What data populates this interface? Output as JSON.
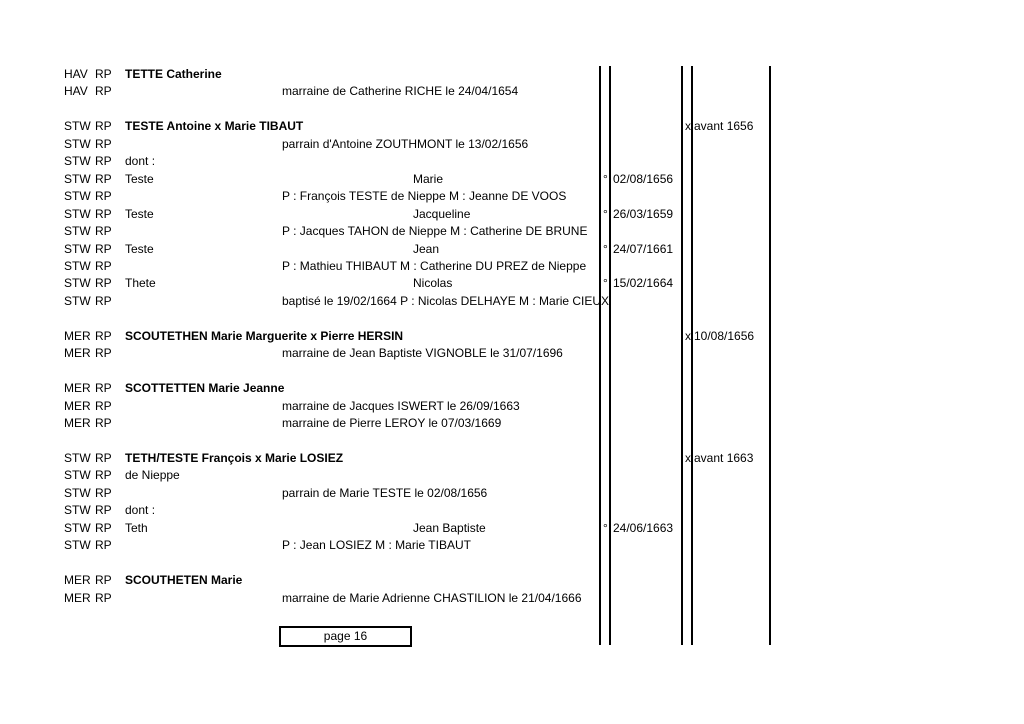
{
  "rows": [
    {
      "loc": "HAV",
      "type": "RP",
      "name": "TETTE Catherine",
      "bold": true,
      "event": "",
      "first": "",
      "mark": "",
      "date": "",
      "mmark": "",
      "mdate": ""
    },
    {
      "loc": "HAV",
      "type": "RP",
      "name": "",
      "bold": false,
      "event": "marraine de Catherine RICHE le 24/04/1654",
      "first": "",
      "mark": "",
      "date": "",
      "mmark": "",
      "mdate": ""
    },
    null,
    {
      "loc": "STW",
      "type": "RP",
      "name": "TESTE Antoine x Marie TIBAUT",
      "bold": true,
      "event": "",
      "first": "",
      "mark": "",
      "date": "",
      "mmark": "x",
      "mdate": "avant 1656"
    },
    {
      "loc": "STW",
      "type": "RP",
      "name": "",
      "bold": false,
      "event": "parrain d'Antoine ZOUTHMONT le 13/02/1656",
      "first": "",
      "mark": "",
      "date": "",
      "mmark": "",
      "mdate": ""
    },
    {
      "loc": "STW",
      "type": "RP",
      "name": "dont :",
      "bold": false,
      "event": "",
      "first": "",
      "mark": "",
      "date": "",
      "mmark": "",
      "mdate": ""
    },
    {
      "loc": "STW",
      "type": "RP",
      "name": "Teste",
      "bold": false,
      "event": "",
      "first": "Marie",
      "mark": "°",
      "date": "02/08/1656",
      "mmark": "",
      "mdate": ""
    },
    {
      "loc": "STW",
      "type": "RP",
      "name": "",
      "bold": false,
      "event": "P : François TESTE de Nieppe M : Jeanne DE VOOS",
      "first": "",
      "mark": "",
      "date": "",
      "mmark": "",
      "mdate": ""
    },
    {
      "loc": "STW",
      "type": "RP",
      "name": "Teste",
      "bold": false,
      "event": "",
      "first": "Jacqueline",
      "mark": "°",
      "date": "26/03/1659",
      "mmark": "",
      "mdate": ""
    },
    {
      "loc": "STW",
      "type": "RP",
      "name": "",
      "bold": false,
      "event": "P : Jacques TAHON de Nieppe M : Catherine DE BRUNE",
      "first": "",
      "mark": "",
      "date": "",
      "mmark": "",
      "mdate": ""
    },
    {
      "loc": "STW",
      "type": "RP",
      "name": "Teste",
      "bold": false,
      "event": "",
      "first": "Jean",
      "mark": "°",
      "date": "24/07/1661",
      "mmark": "",
      "mdate": ""
    },
    {
      "loc": "STW",
      "type": "RP",
      "name": "",
      "bold": false,
      "event": "P : Mathieu THIBAUT M : Catherine DU PREZ de Nieppe",
      "first": "",
      "mark": "",
      "date": "",
      "mmark": "",
      "mdate": ""
    },
    {
      "loc": "STW",
      "type": "RP",
      "name": "Thete",
      "bold": false,
      "event": "",
      "first": "Nicolas",
      "mark": "°",
      "date": "15/02/1664",
      "mmark": "",
      "mdate": ""
    },
    {
      "loc": "STW",
      "type": "RP",
      "name": "",
      "bold": false,
      "event": "baptisé le 19/02/1664 P : Nicolas DELHAYE M : Marie CIEUX",
      "first": "",
      "mark": "",
      "date": "",
      "mmark": "",
      "mdate": ""
    },
    null,
    {
      "loc": "MER",
      "type": "RP",
      "name": "SCOUTETHEN Marie Marguerite x Pierre HERSIN",
      "bold": true,
      "event": "",
      "first": "",
      "mark": "",
      "date": "",
      "mmark": "x",
      "mdate": "10/08/1656"
    },
    {
      "loc": "MER",
      "type": "RP",
      "name": "",
      "bold": false,
      "event": "marraine de Jean Baptiste VIGNOBLE le 31/07/1696",
      "first": "",
      "mark": "",
      "date": "",
      "mmark": "",
      "mdate": ""
    },
    null,
    {
      "loc": "MER",
      "type": "RP",
      "name": "SCOTTETTEN  Marie Jeanne",
      "bold": true,
      "event": "",
      "first": "",
      "mark": "",
      "date": "",
      "mmark": "",
      "mdate": ""
    },
    {
      "loc": "MER",
      "type": "RP",
      "name": "",
      "bold": false,
      "event": "marraine de Jacques ISWERT le 26/09/1663",
      "first": "",
      "mark": "",
      "date": "",
      "mmark": "",
      "mdate": ""
    },
    {
      "loc": "MER",
      "type": "RP",
      "name": "",
      "bold": false,
      "event": "marraine de Pierre LEROY le 07/03/1669",
      "first": "",
      "mark": "",
      "date": "",
      "mmark": "",
      "mdate": ""
    },
    null,
    {
      "loc": "STW",
      "type": "RP",
      "name": "TETH/TESTE François x Marie LOSIEZ",
      "bold": true,
      "event": "",
      "first": "",
      "mark": "",
      "date": "",
      "mmark": "x",
      "mdate": "avant 1663"
    },
    {
      "loc": "STW",
      "type": "RP",
      "name": "de Nieppe",
      "bold": false,
      "event": "",
      "first": "",
      "mark": "",
      "date": "",
      "mmark": "",
      "mdate": ""
    },
    {
      "loc": "STW",
      "type": "RP",
      "name": "",
      "bold": false,
      "event": "parrain de Marie TESTE le 02/08/1656",
      "first": "",
      "mark": "",
      "date": "",
      "mmark": "",
      "mdate": ""
    },
    {
      "loc": "STW",
      "type": "RP",
      "name": "dont :",
      "bold": false,
      "event": "",
      "first": "",
      "mark": "",
      "date": "",
      "mmark": "",
      "mdate": ""
    },
    {
      "loc": "STW",
      "type": "RP",
      "name": "Teth",
      "bold": false,
      "event": "",
      "first": "Jean Baptiste",
      "mark": "°",
      "date": "24/06/1663",
      "mmark": "",
      "mdate": ""
    },
    {
      "loc": "STW",
      "type": "RP",
      "name": "",
      "bold": false,
      "event": "P : Jean LOSIEZ M : Marie TIBAUT",
      "first": "",
      "mark": "",
      "date": "",
      "mmark": "",
      "mdate": ""
    },
    null,
    {
      "loc": "MER",
      "type": "RP",
      "name": "SCOUTHETEN Marie",
      "bold": true,
      "event": "",
      "first": "",
      "mark": "",
      "date": "",
      "mmark": "",
      "mdate": ""
    },
    {
      "loc": "MER",
      "type": "RP",
      "name": "",
      "bold": false,
      "event": "marraine de Marie Adrienne CHASTILION le 21/04/1666",
      "first": "",
      "mark": "",
      "date": "",
      "mmark": "",
      "mdate": ""
    }
  ],
  "footer": {
    "page_label": "page 16"
  }
}
